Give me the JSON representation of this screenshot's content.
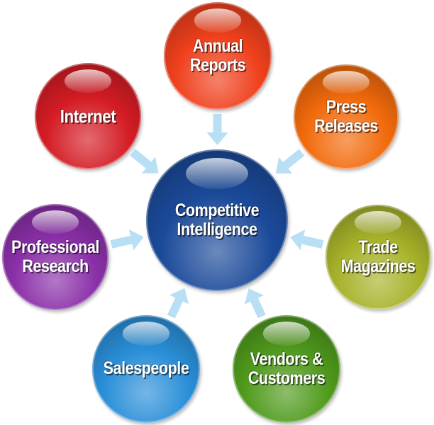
{
  "center": {
    "label": "Competitive\nIntelligence",
    "color": "#1b4a9a"
  },
  "sources": [
    {
      "id": "annual-reports",
      "label": "Annual\nReports",
      "color": "#f0401c"
    },
    {
      "id": "press-releases",
      "label": "Press\nReleases",
      "color": "#f26a0c"
    },
    {
      "id": "trade-magazines",
      "label": "Trade\nMagazines",
      "color": "#a7b22a"
    },
    {
      "id": "vendors-customers",
      "label": "Vendors &\nCustomers",
      "color": "#4f9a1c"
    },
    {
      "id": "salespeople",
      "label": "Salespeople",
      "color": "#2a8fd8"
    },
    {
      "id": "professional-research",
      "label": "Professional\nResearch",
      "color": "#8a2fa8"
    },
    {
      "id": "internet",
      "label": "Internet",
      "color": "#d41c24"
    }
  ],
  "arrow_color": "#b9dff4"
}
